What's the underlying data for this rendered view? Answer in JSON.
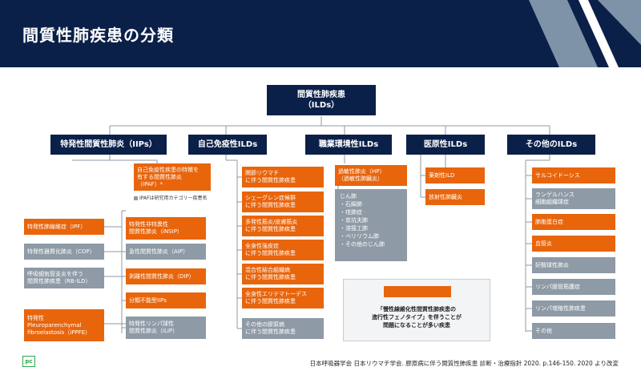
{
  "header": {
    "title": "間質性肺疾患の分類",
    "colors": {
      "navy": "#0b2049",
      "steel": "#7f93a8",
      "white": "#ffffff"
    }
  },
  "colors": {
    "orange": "#e8650c",
    "gray": "#8e9aa6",
    "navy": "#0b2049"
  },
  "root": {
    "label": "間質性肺疾患\n（ILDs）"
  },
  "categories": [
    {
      "id": "iip",
      "label": "特発性間質性肺炎（IIPs）"
    },
    {
      "id": "ai",
      "label": "自己免疫性ILDs"
    },
    {
      "id": "occ",
      "label": "職業環境性ILDs"
    },
    {
      "id": "med",
      "label": "医原性ILDs"
    },
    {
      "id": "other",
      "label": "その他のILDs"
    }
  ],
  "iip": {
    "ipaf": "自己免疫性疾患の特徴を\n有する間質性肺炎\n（IPAF）*",
    "ipaf_note": "IPAFは研究用カテゴリー疾患名",
    "left": [
      "特発性肺線維症（IPF）",
      "特発性器質化肺炎（COP）",
      "呼吸細気管支炎を伴う\n間質性肺疾患（RB-ILD）",
      "特発性\nPleuroparenchymal\nfibroelastosis（iPPFE）"
    ],
    "right": [
      "特発性非特異性\n間質性肺炎（iNSIP）",
      "急性間質性肺炎（AIP）",
      "剥離性間質性肺炎（DIP）",
      "分類不能型IIPs",
      "特発性リンパ球性\n間質性肺炎（iLIP）"
    ]
  },
  "ai": {
    "items": [
      "関節リウマチ\nに伴う間質性肺疾患",
      "シェーグレン症候群\nに伴う間質性肺疾患",
      "多発性筋炎/皮膚筋炎\nに伴う間質性肺疾患",
      "全身性強皮症\nに伴う間質性肺疾患",
      "混合性結合組織病\nに伴う間質性肺疾患",
      "全身性エリテマトーデス\nに伴う間質性肺疾患",
      "その他の膠原病\nに伴う間質性肺疾患"
    ]
  },
  "occ": {
    "hp": "過敏性肺炎（HP）\n（過敏性肺臓炎）",
    "pneumo_title": "じん肺",
    "pneumo_items": [
      "・石綿肺",
      "・珪肺症",
      "・炭坑夫肺",
      "・溶接工肺",
      "・ベリリウム肺",
      "・その他のじん肺"
    ]
  },
  "med": {
    "items": [
      "薬剤性ILD",
      "放射性肺臓炎"
    ]
  },
  "other": {
    "items": [
      "サルコイドーシス",
      "ランゲルハンス\n細胞組織球症",
      "肺胞蛋白症",
      "血管炎",
      "好酸球性肺炎",
      "リンパ脈管筋腫症",
      "リンパ増殖性肺疾患",
      "その他"
    ]
  },
  "legend": {
    "text": "「慢性線維化性間質性肺疾患の\n進行性フェノタイプ」を伴うことが\n問題になることが多い疾患"
  },
  "footer": {
    "logo": "pc",
    "citation": "日本呼吸器学会 日本リウマチ学会. 膠原病に伴う間質性肺疾患 診断・治療指針 2020. p.146-150. 2020 より改変"
  }
}
